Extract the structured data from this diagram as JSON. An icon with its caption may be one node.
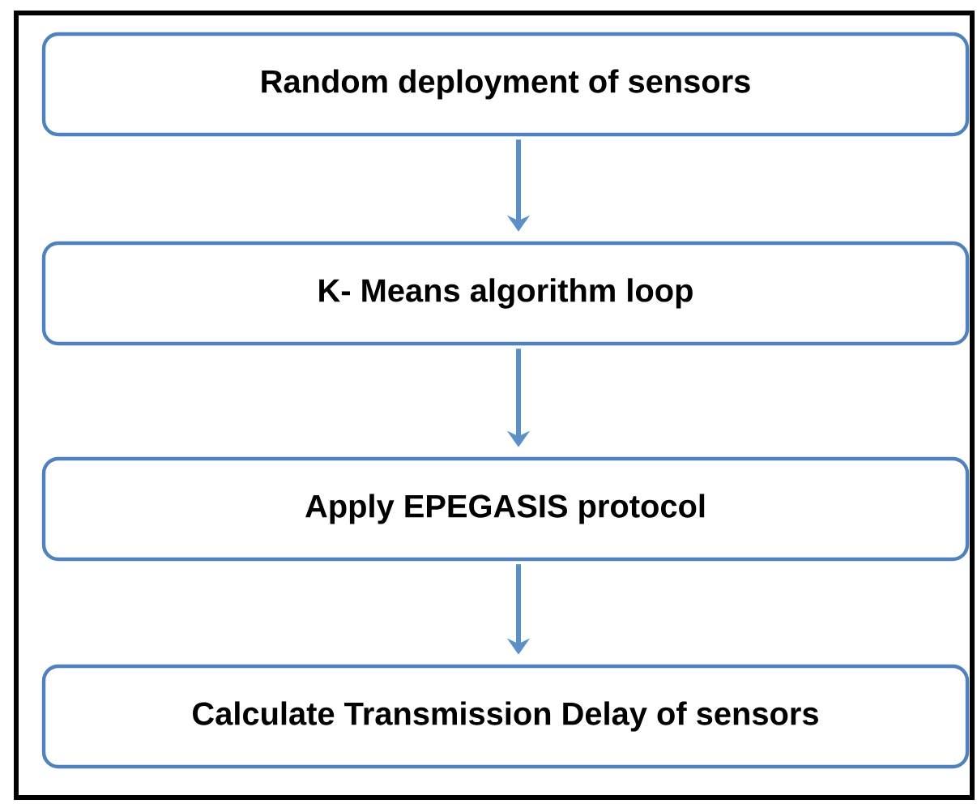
{
  "diagram": {
    "nodes": [
      {
        "text": [
          "Random deployment of sensors"
        ]
      },
      {
        "text": [
          "K- Means algorithm loop"
        ]
      },
      {
        "text": [
          "Apply EPEGASIS protocol"
        ]
      },
      {
        "text": [
          "Calculate Transmission Delay of sensors"
        ]
      }
    ],
    "edges": [
      {
        "from": 0,
        "to": 1,
        "arrow": "to"
      },
      {
        "from": 1,
        "to": 2,
        "arrow": "to"
      },
      {
        "from": 2,
        "to": 3,
        "arrow": "to"
      }
    ]
  }
}
